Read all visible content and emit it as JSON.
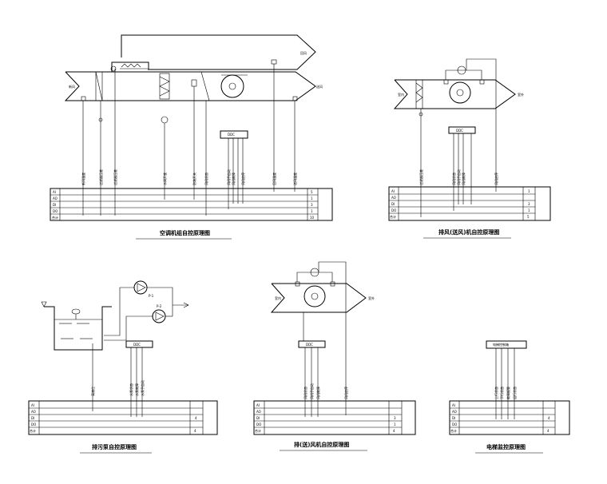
{
  "diagrams": [
    {
      "title": "空调机组自控原理图",
      "controller": "DDC",
      "airflow_left": "新风",
      "airflow_right": "送风",
      "exhaust": "回风",
      "signals": [
        "新风温度",
        "过滤器压差",
        "过滤器压差",
        "水阀开度",
        "防冻开关",
        "风机状态",
        "风机手自动",
        "风机故障",
        "风机启停",
        "回风温度",
        "送风温度"
      ],
      "table_rows": [
        "AI",
        "AO",
        "DI",
        "DO",
        "合计"
      ],
      "table_right": [
        "5",
        "1",
        "3",
        "1",
        "10"
      ]
    },
    {
      "title": "排风(送风)机自控原理图",
      "controller": "DDC",
      "airflow_left": "室内",
      "airflow_right": "室外",
      "signals": [
        "过滤器压差",
        "风机状态",
        "风机手自动",
        "风机故障",
        "风机启停"
      ],
      "table_rows": [
        "AI",
        "AO",
        "DI",
        "DO",
        "合计"
      ],
      "table_right": [
        "1",
        "",
        "3",
        "1",
        "5"
      ]
    },
    {
      "title": "排污泵自控原理图",
      "controller": "DDC",
      "pumps": [
        "P-1",
        "P-2"
      ],
      "signals": [
        "高液位",
        "水泵状态",
        "水泵故障",
        "水泵手自动"
      ],
      "table_rows": [
        "AI",
        "AO",
        "DI",
        "DO",
        "合计"
      ],
      "table_right": [
        "",
        "",
        "4",
        "",
        "4"
      ]
    },
    {
      "title": "排(送)风机自控原理图",
      "controller": "DDC",
      "airflow_left": "室内",
      "airflow_right": "室外",
      "signals": [
        "风机状态",
        "风机手自动",
        "风机故障",
        "风机启停"
      ],
      "table_rows": [
        "AI",
        "AO",
        "DI",
        "DO",
        "合计"
      ],
      "table_right": [
        "",
        "",
        "3",
        "1",
        "4"
      ]
    },
    {
      "title": "电梯监控原理图",
      "controller": "电梯控制箱",
      "signals": [
        "上行状态",
        "下行状态",
        "故障报警",
        "运行状态"
      ],
      "table_rows": [
        "AI",
        "AO",
        "DI",
        "DO",
        "合计"
      ],
      "table_right": [
        "",
        "",
        "4",
        "",
        "4"
      ]
    }
  ]
}
